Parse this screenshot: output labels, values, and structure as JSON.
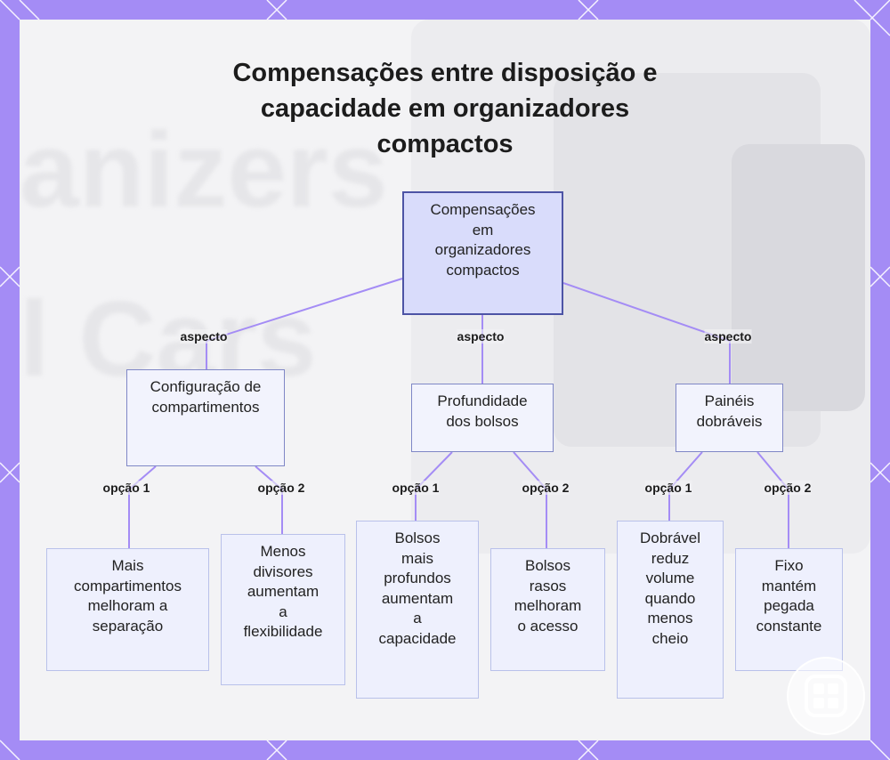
{
  "title_lines": [
    "Compensações entre disposição e",
    "capacidade em organizadores",
    "compactos"
  ],
  "colors": {
    "frame": "#a48cf5",
    "edge": "#a48cf5",
    "node_fill": "#eef0fd",
    "root_fill": "#d9dcfb",
    "root_border": "#4d54a5"
  },
  "background_words": [
    "anizers",
    "l Cars"
  ],
  "root": {
    "id": "root",
    "lines": [
      "Compensações",
      "em",
      "organizadores",
      "compactos"
    ]
  },
  "aspects": [
    {
      "id": "a1",
      "edge_label": "aspecto",
      "lines": [
        "Configuração de",
        "compartimentos"
      ],
      "options": [
        {
          "id": "a1o1",
          "edge_label": "opção 1",
          "lines": [
            "Mais",
            "compartimentos",
            "melhoram a",
            "separação"
          ]
        },
        {
          "id": "a1o2",
          "edge_label": "opção 2",
          "lines": [
            "Menos",
            "divisores",
            "aumentam",
            "a",
            "flexibilidade"
          ]
        }
      ]
    },
    {
      "id": "a2",
      "edge_label": "aspecto",
      "lines": [
        "Profundidade",
        "dos bolsos"
      ],
      "options": [
        {
          "id": "a2o1",
          "edge_label": "opção 1",
          "lines": [
            "Bolsos",
            "mais",
            "profundos",
            "aumentam",
            "a",
            "capacidade"
          ]
        },
        {
          "id": "a2o2",
          "edge_label": "opção 2",
          "lines": [
            "Bolsos",
            "rasos",
            "melhoram",
            "o acesso"
          ]
        }
      ]
    },
    {
      "id": "a3",
      "edge_label": "aspecto",
      "lines": [
        "Painéis",
        "dobráveis"
      ],
      "options": [
        {
          "id": "a3o1",
          "edge_label": "opção 1",
          "lines": [
            "Dobrável",
            "reduz",
            "volume",
            "quando",
            "menos",
            "cheio"
          ]
        },
        {
          "id": "a3o2",
          "edge_label": "opção 2",
          "lines": [
            "Fixo",
            "mantém",
            "pegada",
            "constante"
          ]
        }
      ]
    }
  ]
}
